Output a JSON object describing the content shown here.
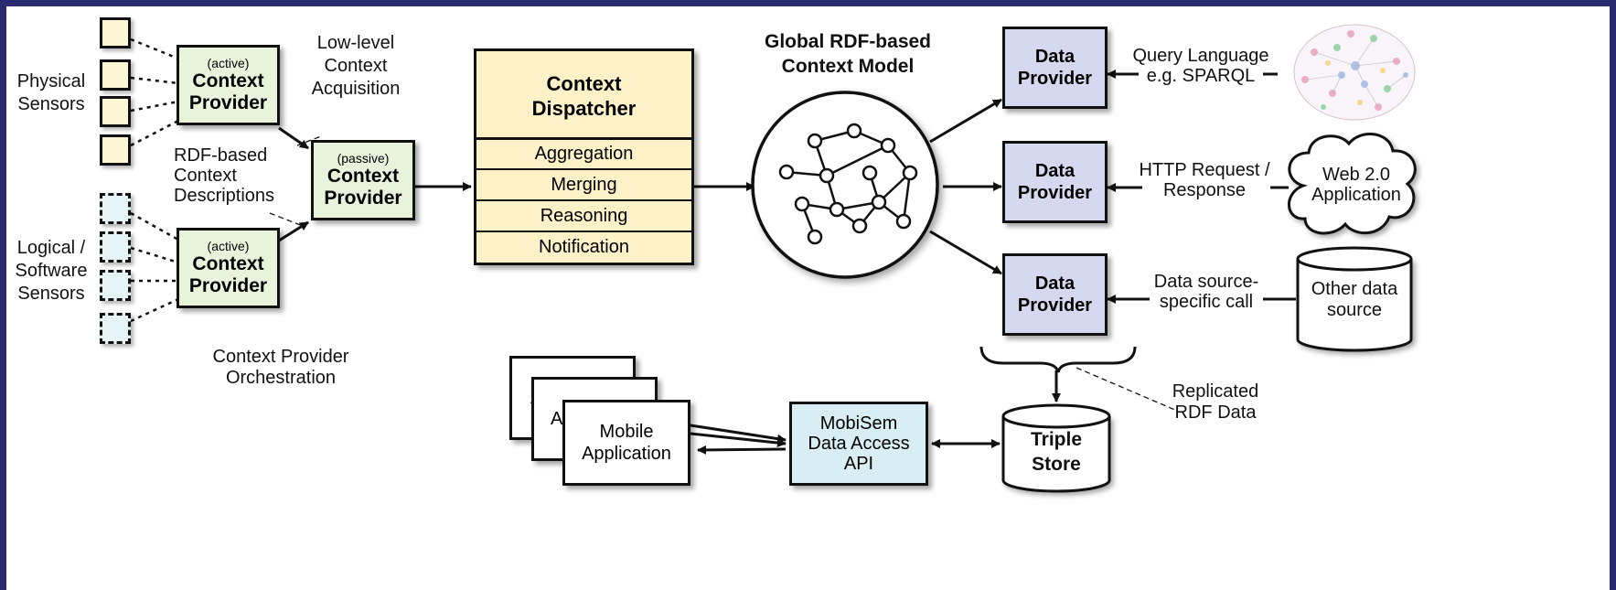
{
  "labels": {
    "physical_sensors": "Physical\nSensors",
    "logical_sensors": "Logical /\nSoftware\nSensors",
    "low_level": "Low-level\nContext\nAcquisition",
    "rdf_desc": "RDF-based\nContext\nDescriptions",
    "orchestration": "Context Provider\nOrchestration",
    "global_model": "Global RDF-based\nContext Model",
    "query_language": "Query Language\ne.g. SPARQL",
    "http": "HTTP Request /\nResponse",
    "data_source_call": "Data source-\nspecific call",
    "replicated": "Replicated\nRDF Data"
  },
  "context_providers": {
    "active_tag": "(active)",
    "passive_tag": "(passive)",
    "name": "Context\nProvider"
  },
  "dispatcher": {
    "title": "Context\nDispatcher",
    "rows": [
      "Aggregation",
      "Merging",
      "Reasoning",
      "Notification"
    ]
  },
  "data_provider": "Data\nProvider",
  "external": {
    "web": "Web 2.0\nApplication",
    "other": "Other data\nsource"
  },
  "triple_store": "Triple\nStore",
  "api": "MobiSem\nData Access\nAPI",
  "mobile_app": "Mobile\nApplication",
  "mobile_stack_partial": [
    "A",
    "A"
  ],
  "colors": {
    "frame": "#2a2a6e",
    "sensor_physical": "#fdf7d6",
    "sensor_logical": "#e6f4f6",
    "context_provider": "#e9f3dc",
    "dispatcher": "#fdf1c8",
    "data_provider": "#d6d8ef",
    "api": "#d8eef4"
  }
}
